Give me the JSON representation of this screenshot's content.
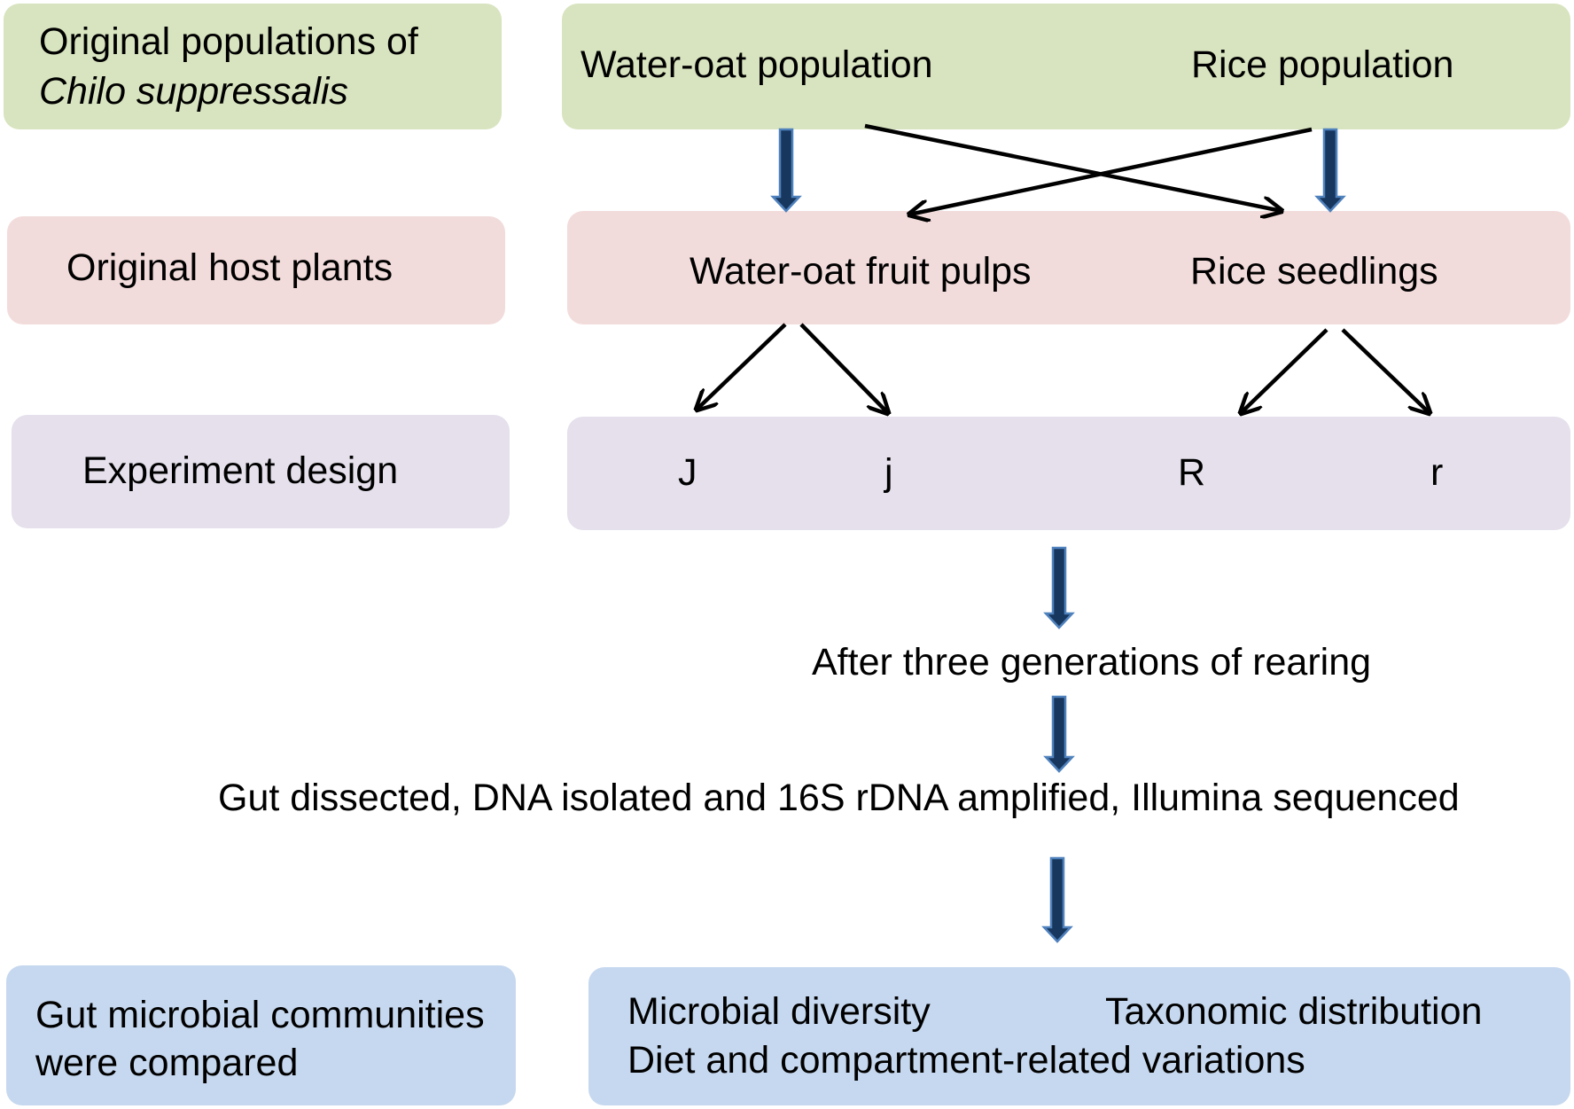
{
  "colors": {
    "green": "#d8e4bf",
    "pink": "#f2dcdb",
    "lavender": "#e5e0ec",
    "blue": "#c6d8ef",
    "block_arrow_fill": "#17375e",
    "block_arrow_edge": "#4f81bd",
    "line_arrow": "#000000"
  },
  "rows": {
    "populations": {
      "label_line1": "Original populations of",
      "label_line2_italic": "Chilo suppressalis",
      "left_item": "Water-oat population",
      "right_item": "Rice population"
    },
    "host_plants": {
      "label": "Original host plants",
      "left_item": "Water-oat fruit pulps",
      "right_item": "Rice seedlings"
    },
    "experiment": {
      "label": "Experiment design",
      "groups": [
        "J",
        "j",
        "R",
        "r"
      ]
    },
    "steps": {
      "rearing": "After three generations of rearing",
      "sequencing": "Gut dissected, DNA isolated and 16S rDNA amplified, Illumina sequenced"
    },
    "communities": {
      "label_line1": "Gut microbial communities",
      "label_line2": "were compared",
      "item1": "Microbial diversity",
      "item2": "Taxonomic distribution",
      "item3": "Diet and compartment-related variations"
    }
  }
}
